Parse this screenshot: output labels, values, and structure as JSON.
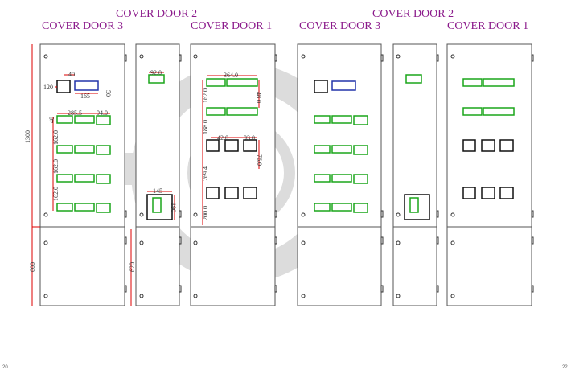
{
  "left_group": {
    "title_door2": "COVER DOOR 2",
    "title_door3": "COVER DOOR 3",
    "title_door1": "COVER DOOR 1",
    "dimensions": {
      "total_height": "1300",
      "lower_height_door3": "600",
      "lower_height_door2": "620",
      "d120": "120",
      "d40": "40",
      "d165": "165",
      "d50": "50",
      "d285": "285.5",
      "d94": "94.0",
      "d48": "48",
      "row_gap_1": "162.0",
      "row_gap_2": "162.0",
      "row_gap_3": "162.0",
      "d92": "92.0",
      "d145": "145",
      "d190": "190",
      "d364": "364.0",
      "d162c": "162.0",
      "d48c": "48.0",
      "d188": "188.0",
      "d42": "42.0",
      "d93": "93.0",
      "d76": "76.0",
      "d269": "269.4",
      "d200": "200.0"
    }
  },
  "right_group": {
    "title_door2": "COVER DOOR 2",
    "title_door3": "COVER DOOR 3",
    "title_door1": "COVER DOOR 1"
  },
  "footer": {
    "page_left": "20",
    "page_right": "22"
  },
  "colors": {
    "title": "#8b1a8b",
    "component": "#1aa51a",
    "dimension": "#dd0000"
  }
}
